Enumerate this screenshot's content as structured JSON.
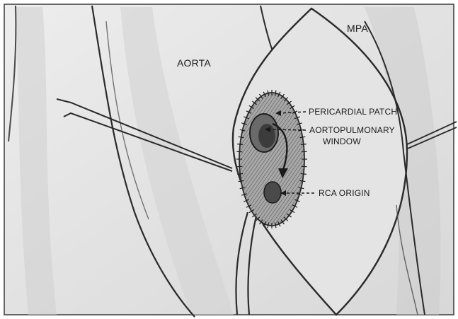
{
  "labels": {
    "aorta": "AORTA",
    "mpa": "MPA",
    "pericardial_patch": "PERICARDIAL PATCH",
    "aortopulmonary_line1": "AORTOPULMONARY",
    "aortopulmonary_line2": "WINDOW",
    "rca_origin": "RCA ORIGIN"
  },
  "colors": {
    "paper": "#e9e9e9",
    "frame": "#3a3a3a",
    "pencil": "#2a2a2a",
    "patch_fill": "#9a9a9a",
    "hole_fill": "#4a4a4a"
  }
}
